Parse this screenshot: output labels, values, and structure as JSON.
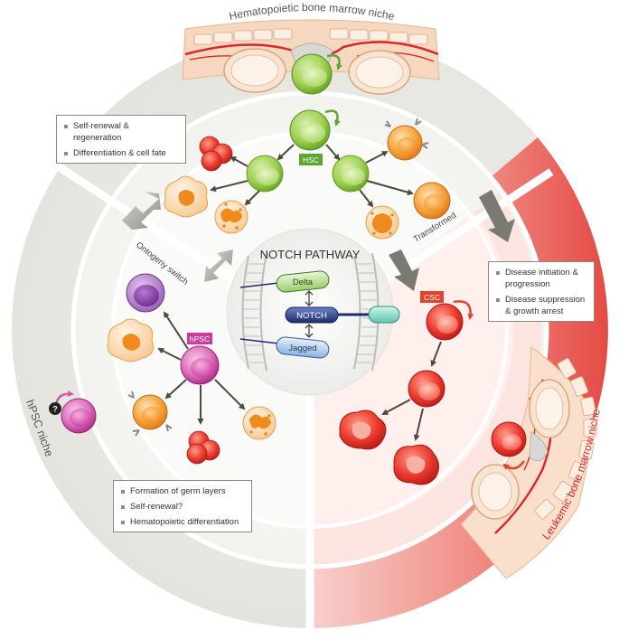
{
  "niches": {
    "hematopoietic": "Hematopoietic bone marrow niche",
    "leukemic": "Leukemic bone marrow niche",
    "hpsc": "hPSC niche"
  },
  "center": {
    "title": "NOTCH PATHWAY",
    "ligand_top": "Delta",
    "receptor": "NOTCH",
    "ligand_bottom": "Jagged"
  },
  "cell_labels": {
    "hsc": "HSC",
    "csc": "CSC",
    "hpsc": "hPSC",
    "unknown_marker": "?"
  },
  "transitions": {
    "ontogeny": "Ontogeny switch",
    "transformed": "Transformed"
  },
  "boxes": {
    "hsc_functions": [
      "Self-renewal & regeneration",
      "Differentiation & cell fate"
    ],
    "csc_functions": [
      "Disease initiation & progression",
      "Disease suppression & growth arrest"
    ],
    "hpsc_functions": [
      "Formation of germ layers",
      "Self-renewal?",
      "Hematopoietic differentiation"
    ]
  },
  "colors": {
    "hsc_green": "#8cc63e",
    "csc_red": "#e3262b",
    "hpsc_magenta": "#c8359a",
    "hsc_tag": "#5aa832",
    "csc_tag": "#e0452a",
    "hpsc_tag": "#cc3a9e",
    "notch_blue": "#2c3c80"
  }
}
